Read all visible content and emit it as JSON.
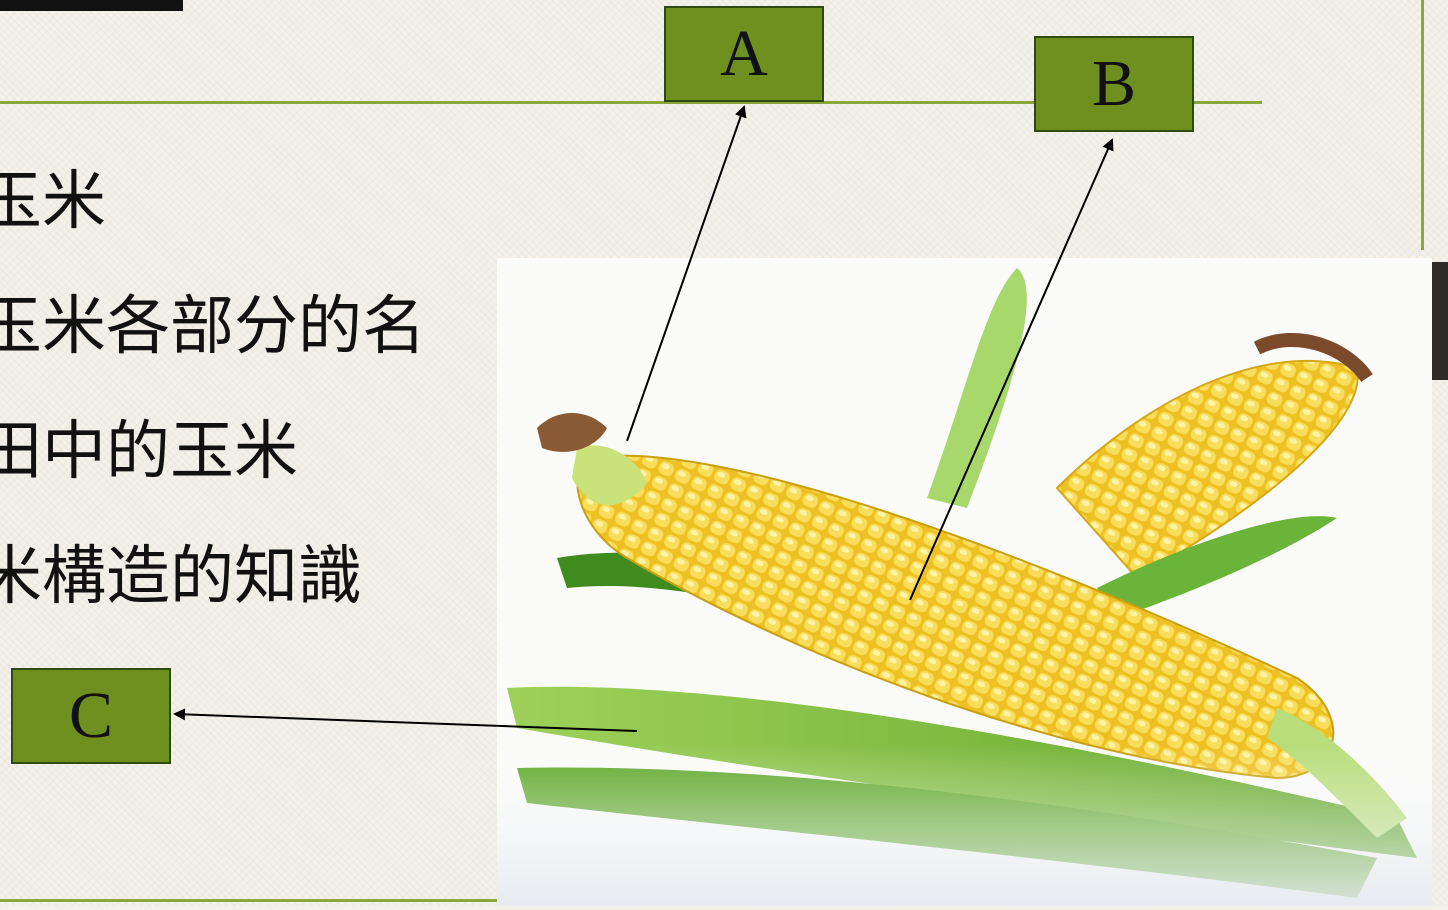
{
  "bullets": [
    "玉米",
    "玉米各部分的名",
    "田中的玉米",
    "米構造的知識"
  ],
  "labels": {
    "a": "A",
    "b": "B",
    "c": "C"
  },
  "colors": {
    "label_fill": "#6f8f1f",
    "rule": "#8aa53a",
    "arrow": "#000000"
  },
  "photo": {
    "subject": "corn-cobs-with-husks"
  }
}
